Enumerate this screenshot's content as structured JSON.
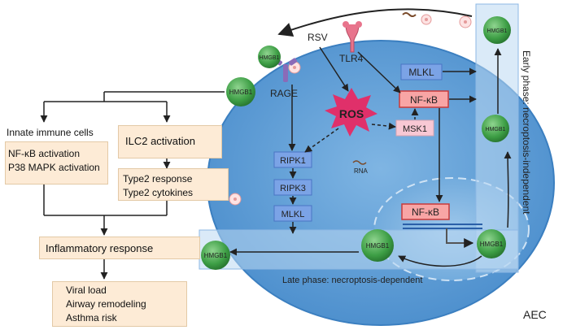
{
  "labels": {
    "rsv": "RSV",
    "tlr4": "TLR4",
    "rage": "RAGE",
    "ros": "ROS",
    "msk1": "MSK1",
    "rna": "RNA",
    "aec": "AEC",
    "hmgb1": "HMGB1",
    "early_phase": "Early phase: necroptosis-independent",
    "late_phase": "Late phase: necroptosis-dependent"
  },
  "pathway": {
    "mlkl_top": "MLKL",
    "nfkb_top": "NF-κB",
    "ripk1": "RIPK1",
    "ripk3": "RIPK3",
    "mlkl_bottom": "MLKL",
    "nfkb_nucleus": "NF-κB"
  },
  "left_panel": {
    "innate_title": "Innate immune cells",
    "innate_lines": [
      "NF-κB activation",
      "P38 MAPK activation"
    ],
    "ilc2": "ILC2 activation",
    "type2_lines": [
      "Type2 response",
      "Type2 cytokines"
    ],
    "inflammatory": "Inflammatory response",
    "outcome_lines": [
      "Viral load",
      "Airway remodeling",
      "Asthma risk"
    ]
  },
  "colors": {
    "cell_fill": "#5b9bd5",
    "pathway_box": "#7ba3e6",
    "nfkb_box": "#f8a5a5",
    "ros_star": "#e0306a",
    "hmgb1_green": "#3aa14a",
    "up_arrow": "#8b1a1a",
    "info_box": "#fdebd6"
  }
}
